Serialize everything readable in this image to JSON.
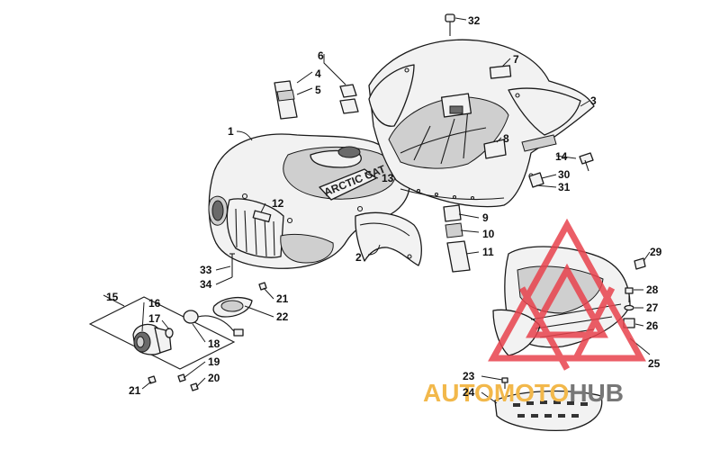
{
  "diagram": {
    "callouts": [
      {
        "id": "c1",
        "label": "1"
      },
      {
        "id": "c2",
        "label": "2"
      },
      {
        "id": "c3",
        "label": "3"
      },
      {
        "id": "c4",
        "label": "4"
      },
      {
        "id": "c5",
        "label": "5"
      },
      {
        "id": "c6",
        "label": "6"
      },
      {
        "id": "c7",
        "label": "7"
      },
      {
        "id": "c8",
        "label": "8"
      },
      {
        "id": "c9",
        "label": "9"
      },
      {
        "id": "c10",
        "label": "10"
      },
      {
        "id": "c11",
        "label": "11"
      },
      {
        "id": "c12",
        "label": "12"
      },
      {
        "id": "c13",
        "label": "13"
      },
      {
        "id": "c14",
        "label": "14"
      },
      {
        "id": "c15",
        "label": "15"
      },
      {
        "id": "c16",
        "label": "16"
      },
      {
        "id": "c17",
        "label": "17"
      },
      {
        "id": "c18",
        "label": "18"
      },
      {
        "id": "c19",
        "label": "19"
      },
      {
        "id": "c20",
        "label": "20"
      },
      {
        "id": "c21a",
        "label": "21"
      },
      {
        "id": "c21b",
        "label": "21"
      },
      {
        "id": "c22",
        "label": "22"
      },
      {
        "id": "c23",
        "label": "23"
      },
      {
        "id": "c24",
        "label": "24"
      },
      {
        "id": "c25",
        "label": "25"
      },
      {
        "id": "c26",
        "label": "26"
      },
      {
        "id": "c27",
        "label": "27"
      },
      {
        "id": "c28",
        "label": "28"
      },
      {
        "id": "c29",
        "label": "29"
      },
      {
        "id": "c30",
        "label": "30"
      },
      {
        "id": "c31",
        "label": "31"
      },
      {
        "id": "c32",
        "label": "32"
      },
      {
        "id": "c33",
        "label": "33"
      },
      {
        "id": "c34",
        "label": "34"
      }
    ],
    "decal_text": "ARCTIC CAT"
  },
  "watermark": {
    "part1": "AUTO",
    "part2": "MOTO",
    "part3": "HUB",
    "color_main": "#f2b84b",
    "color_accent": "#777777",
    "triangle_color": "#e8434d"
  }
}
